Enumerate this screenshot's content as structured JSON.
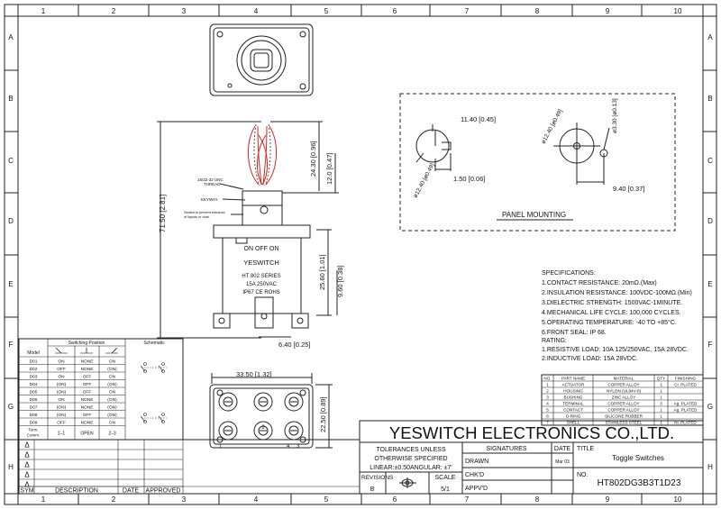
{
  "grid": {
    "columns": [
      "1",
      "2",
      "3",
      "4",
      "5",
      "6",
      "7",
      "8",
      "9",
      "10"
    ],
    "rows": [
      "A",
      "B",
      "C",
      "D",
      "E",
      "F",
      "G",
      "H"
    ]
  },
  "drawing": {
    "dim_width": "33.50 [1.32]",
    "dim_height_total": "71.50 [2.81]",
    "dim_lever": "24.30 [0.96]",
    "dim_thread": "12.0 [0.47]",
    "dim_body": "25.60 [1.01]",
    "dim_term": "9.60 [0.38]",
    "dim_pitch": "6.40 [0.25]",
    "dim_bottom_h": "22.50 [0.89]",
    "thread_note": [
      "15/32-32 UNC",
      "THREAD"
    ],
    "keyway_note": "KEYWAY",
    "seal_note": [
      "Sealed to prevent entrance",
      "of liquids or dust."
    ],
    "body_lines": [
      "ON  OFF  ON",
      "YESWITCH",
      "HT 802 SERIES",
      "15A    250VAC",
      "IP67 CE ROHS"
    ],
    "bottom_pin_labels": [
      "2",
      "1",
      "3",
      "4"
    ]
  },
  "panel": {
    "label": "PANEL MOUNTING",
    "dim_a": "11.40 [0.45]",
    "dim_b": "1.50 [0.06]",
    "dim_c": "9.40 [0.37]",
    "dim_d": "ø12.40 [ø0.49]",
    "dim_e": "ø12.40 [ø0.49]",
    "dim_f": "ø3.30 [ø0.13]"
  },
  "specs": {
    "title": "SPECIFICATIONS:",
    "lines": [
      "1.CONTACT RESISTANCE: 20mΩ.(Max)",
      "2.INSULATION RESISTANCE: 100VDC-100MΩ.(Min)",
      "3.DIELECTRIC STRENGTH: 1500VAC-1MINUTE.",
      "4.MECHANICAL LIFE CYCLE: 100,000 CYCLES.",
      "5.OPERATING TEMPERATURE: -40 TO +85°C.",
      "6.FRONT SEAL: IP 68."
    ],
    "rating_title": "RATING:",
    "rating_lines": [
      "1.RESISTIVE LOAD: 10A 125/250VAC, 15A 28VDC.",
      "2.INDUCTIVE LOAD: 15A 28VDC."
    ]
  },
  "bom": {
    "headers": [
      "NO.",
      "PART NAME",
      "MATERIAL",
      "QTY",
      "FINISHING"
    ],
    "rows": [
      [
        "1",
        "ACTUATOR",
        "COPPER ALLOY",
        "1",
        "Cr. PLATED"
      ],
      [
        "2",
        "HOUSING",
        "NYLON (UL94V-0)",
        "1",
        ""
      ],
      [
        "3",
        "BUSHING",
        "ZINC ALLOY",
        "1",
        ""
      ],
      [
        "4",
        "TERMINAL",
        "COPPER ALLOY",
        "3",
        "Ag. PLATED"
      ],
      [
        "5",
        "CONTACT",
        "COPPER ALLOY",
        "1",
        "Ag. PLATED"
      ],
      [
        "6",
        "O-RING",
        "SILICONE RUBBER",
        "1",
        ""
      ],
      [
        "7",
        "SHELL",
        "STAINLESS STEEL",
        "1",
        "Ni. PLATED"
      ]
    ]
  },
  "switching": {
    "header_left": "Switching Position",
    "header_right": "Schematic",
    "model_label": "Model",
    "rows": [
      [
        "D01",
        "ON",
        "NONE",
        "ON"
      ],
      [
        "D02",
        "OFF",
        "NONE",
        "(ON)"
      ],
      [
        "D03",
        "ON",
        "OFF",
        "ON"
      ],
      [
        "D04",
        "(ON)",
        "OFF",
        "(ON)"
      ],
      [
        "D05",
        "(ON)",
        "OFF",
        "ON"
      ],
      [
        "D06",
        "ON",
        "NONE",
        "(ON)"
      ],
      [
        "D07",
        "(ON)",
        "NONE",
        "(ON)"
      ],
      [
        "D08",
        "(ON)",
        "OFF",
        "(ON)"
      ],
      [
        "D09",
        "OFF",
        "NONE",
        "ON"
      ]
    ],
    "term_label": "Term. Comm.",
    "term_values": [
      "2–1",
      "OPEN",
      "2–3"
    ]
  },
  "title_block": {
    "company": "YESWITCH ELECTRONICS CO.,LTD.",
    "tolerance": [
      "TOLERANCES UNLESS",
      "OTHERWISE SPECIFIED",
      "LINEAR:±0.50ANGULAR: ±7'"
    ],
    "signatures_label": "SIGNATURES",
    "date_label": "DATE",
    "title_label": "TITLE",
    "title_value": "Toggle  Switches",
    "drawn_label": "DRAWN",
    "drawn_date": "Mar 03",
    "chkd_label": "CHK'D",
    "appvd_label": "APPV'D",
    "no_label": "NO.",
    "part_number": "HT802DG3B3T1D23",
    "revisions_label": "REVISIONS",
    "revision_value": "B",
    "scale_label": "SCALE",
    "scale_value": "5/1"
  },
  "revision_table": {
    "headers": [
      "SYM",
      "DESCRIPTION",
      "DATE",
      "APPROVED"
    ],
    "symbol": "Δ"
  }
}
